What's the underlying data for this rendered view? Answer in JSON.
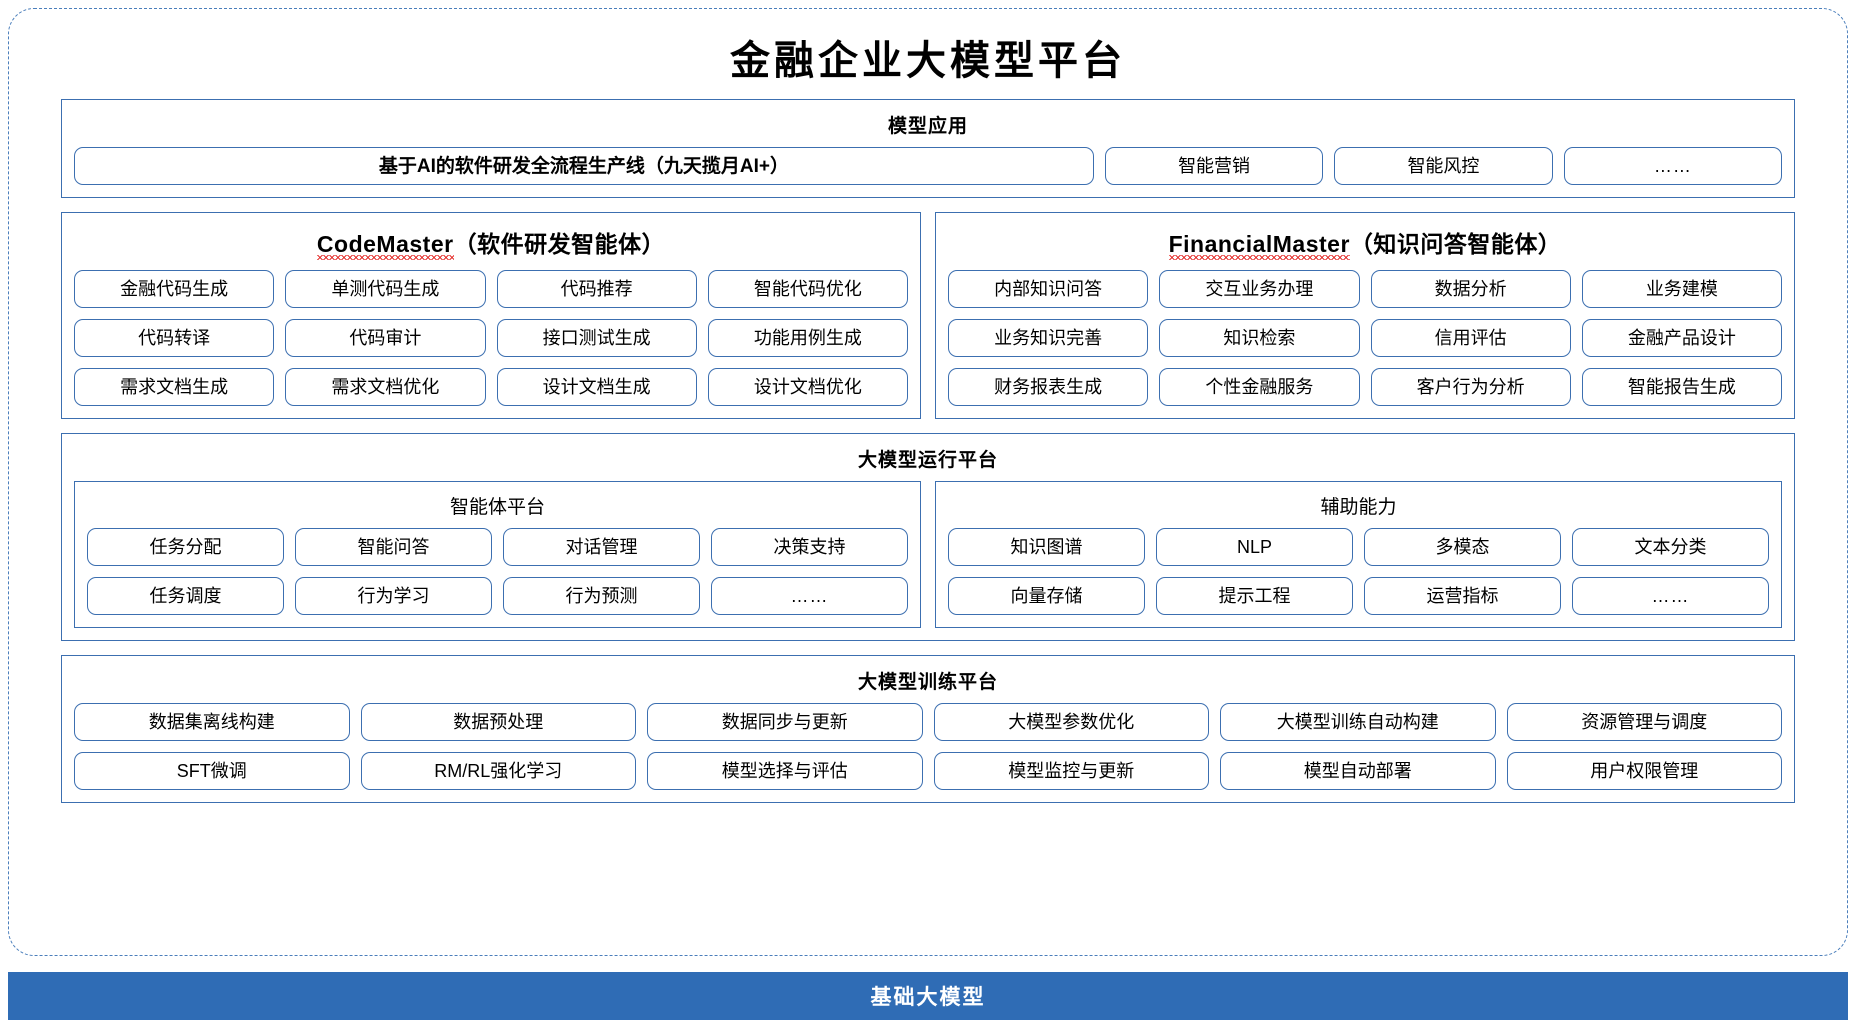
{
  "title": "金融企业大模型平台",
  "model_application": {
    "title": "模型应用",
    "items": [
      "基于AI的软件研发全流程生产线（九天揽月AI+）",
      "智能营销",
      "智能风控",
      "……"
    ]
  },
  "agents": [
    {
      "name": "CodeMaster",
      "suffix": "（软件研发智能体）",
      "spellcheck_underline": true,
      "rows": [
        [
          "金融代码生成",
          "单测代码生成",
          "代码推荐",
          "智能代码优化"
        ],
        [
          "代码转译",
          "代码审计",
          "接口测试生成",
          "功能用例生成"
        ],
        [
          "需求文档生成",
          "需求文档优化",
          "设计文档生成",
          "设计文档优化"
        ]
      ]
    },
    {
      "name": "FinancialMaster",
      "suffix": "（知识问答智能体）",
      "spellcheck_underline": true,
      "rows": [
        [
          "内部知识问答",
          "交互业务办理",
          "数据分析",
          "业务建模"
        ],
        [
          "业务知识完善",
          "知识检索",
          "信用评估",
          "金融产品设计"
        ],
        [
          "财务报表生成",
          "个性金融服务",
          "客户行为分析",
          "智能报告生成"
        ]
      ]
    }
  ],
  "runtime_platform": {
    "title": "大模型运行平台",
    "subpanels": [
      {
        "title": "智能体平台",
        "rows": [
          [
            "任务分配",
            "智能问答",
            "对话管理",
            "决策支持"
          ],
          [
            "任务调度",
            "行为学习",
            "行为预测",
            "……"
          ]
        ]
      },
      {
        "title": "辅助能力",
        "rows": [
          [
            "知识图谱",
            "NLP",
            "多模态",
            "文本分类"
          ],
          [
            "向量存储",
            "提示工程",
            "运营指标",
            "……"
          ]
        ]
      }
    ]
  },
  "training_platform": {
    "title": "大模型训练平台",
    "rows": [
      [
        "数据集离线构建",
        "数据预处理",
        "数据同步与更新",
        "大模型参数优化",
        "大模型训练自动构建",
        "资源管理与调度"
      ],
      [
        "SFT微调",
        "RM/RL强化学习",
        "模型选择与评估",
        "模型监控与更新",
        "模型自动部署",
        "用户权限管理"
      ]
    ]
  },
  "footer": {
    "label": "基础大模型"
  },
  "colors": {
    "border_blue": "#3c6fb0",
    "dashed_blue": "#4a7ebb",
    "footer_blue": "#2f6cb5",
    "spellcheck_red": "#e53935"
  }
}
